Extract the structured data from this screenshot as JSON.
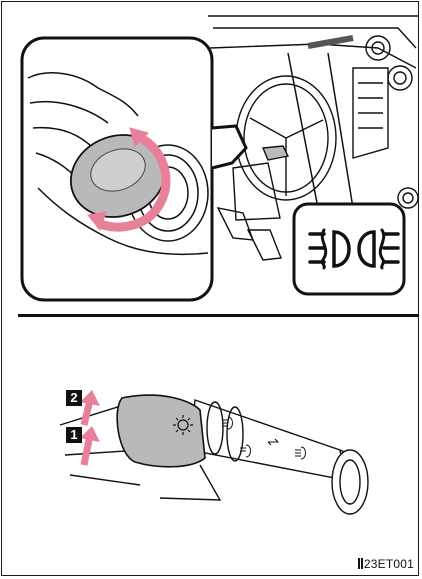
{
  "illustration": {
    "steps": [
      {
        "label": "2"
      },
      {
        "label": "1"
      }
    ],
    "indicator_symbol": "front-fog-light-indicator",
    "figure_code": "23ET001",
    "colors": {
      "accent_pink": "#e8809a",
      "knob_gray": "#b9b9b9",
      "line": "#111111"
    }
  }
}
